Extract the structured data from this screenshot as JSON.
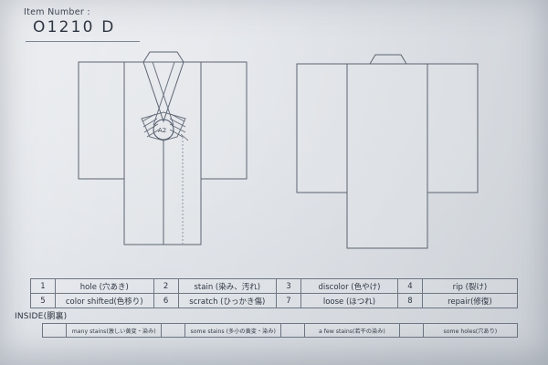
{
  "header": {
    "item_number_label": "Item Number :",
    "item_number_value": "O1210  D"
  },
  "diagrams": {
    "front": {
      "name": "kimono-front-view",
      "annotation_text": "A2"
    },
    "back": {
      "name": "kimono-back-view"
    }
  },
  "damage_codes": {
    "rows": [
      [
        {
          "num": "1",
          "label": "hole (穴あき)"
        },
        {
          "num": "2",
          "label": "stain (染み、汚れ)"
        },
        {
          "num": "3",
          "label": "discolor (色やけ)"
        },
        {
          "num": "4",
          "label": "rip (裂け)"
        }
      ],
      [
        {
          "num": "5",
          "label": "color shifted(色移り)"
        },
        {
          "num": "6",
          "label": "scratch (ひっかき傷)"
        },
        {
          "num": "7",
          "label": "loose (ほつれ)"
        },
        {
          "num": "8",
          "label": "repair(修復)"
        }
      ]
    ]
  },
  "inside": {
    "label": "INSIDE(胴裏)",
    "options": [
      {
        "checkbox": "",
        "label": "many stains(激しい黄変・染み)"
      },
      {
        "checkbox": "",
        "label": "some stains (多小の黄変・染み)"
      },
      {
        "checkbox": "",
        "label": "a few stains(若干の染み)"
      },
      {
        "checkbox": "",
        "label": "some holes(穴あり)"
      }
    ]
  },
  "colors": {
    "paper": "#dfe3e8",
    "ink": "#2f3642",
    "line": "#5c6472"
  }
}
